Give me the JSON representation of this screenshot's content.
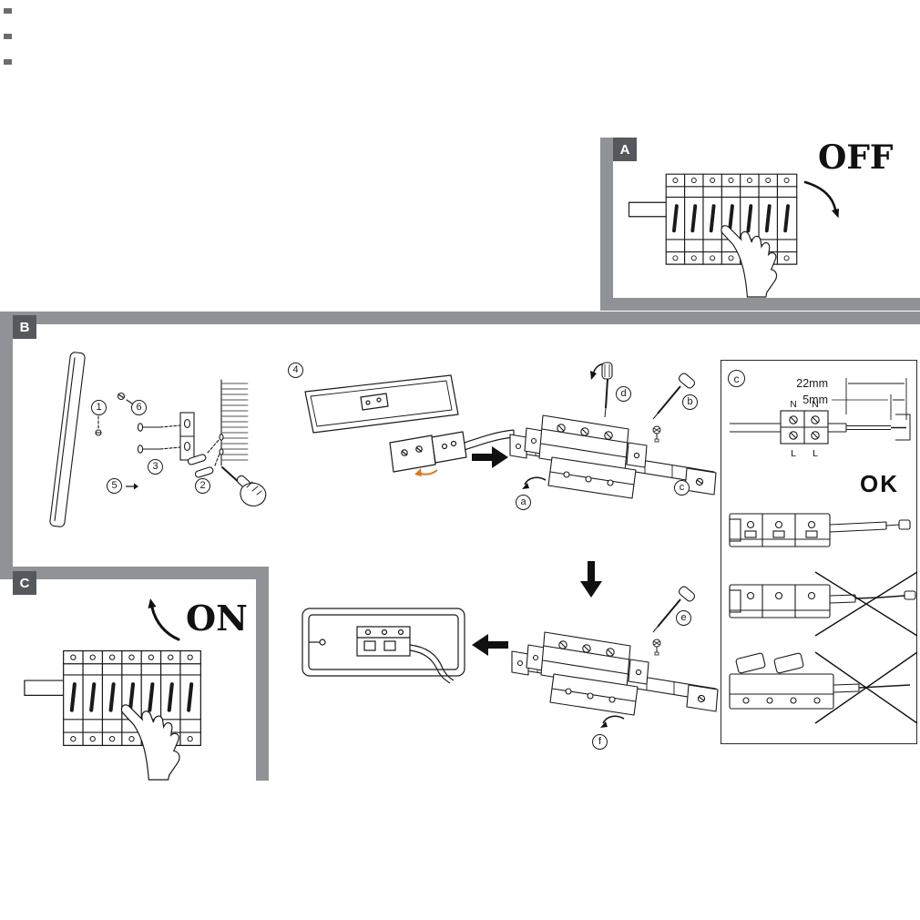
{
  "colors": {
    "bar_gray": "#8f9397",
    "label_bg": "#55585c",
    "label_fg": "#ffffff",
    "line_art": "#1a1a1a",
    "accent_orange": "#e0761e"
  },
  "panel_a": {
    "label": "A",
    "switch_text": "OFF"
  },
  "panel_b": {
    "label": "B",
    "steps": {
      "s1": "1",
      "s2": "2",
      "s3": "3",
      "s4": "4",
      "s5": "5",
      "s6": "6"
    },
    "substeps": {
      "a": "a",
      "b": "b",
      "c": "c",
      "d": "d",
      "e": "e",
      "f": "f"
    }
  },
  "panel_c": {
    "label": "C",
    "switch_text": "ON"
  },
  "wiring_panel": {
    "label": "c",
    "dim_strip": "22mm",
    "dim_bare": "5mm",
    "terminal_n": "N",
    "terminal_l": "L",
    "ok_text": "OK"
  }
}
